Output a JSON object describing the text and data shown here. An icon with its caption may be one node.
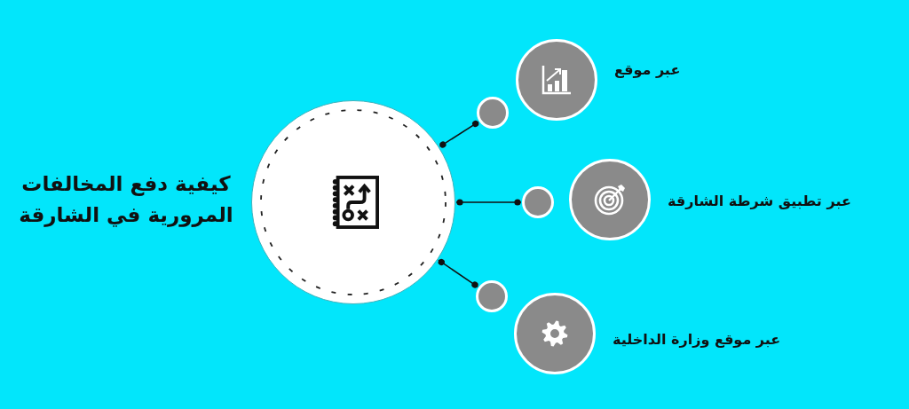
{
  "diagram": {
    "title": "كيفية دفع المخالفات المرورية في الشارقة",
    "nodes": [
      {
        "text": [],
        "shape": "circle"
      },
      {
        "text": [],
        "shape": "circle"
      },
      {
        "text": [],
        "shape": "circle",
        "beside": [
          "عبر موقع"
        ]
      },
      {
        "text": [],
        "shape": "circle"
      },
      {
        "text": [],
        "shape": "circle",
        "beside": [
          "عبر تطبيق شرطة الشارقة"
        ]
      },
      {
        "text": [],
        "shape": "circle"
      },
      {
        "text": [],
        "shape": "circle",
        "beside": [
          "عبر موقع وزارة الداخلية"
        ]
      }
    ],
    "edges": [
      {
        "from": 0,
        "to": 1,
        "arrow": "other"
      },
      {
        "from": 0,
        "to": 3,
        "arrow": "other"
      },
      {
        "from": 0,
        "to": 5,
        "arrow": "other"
      }
    ]
  }
}
